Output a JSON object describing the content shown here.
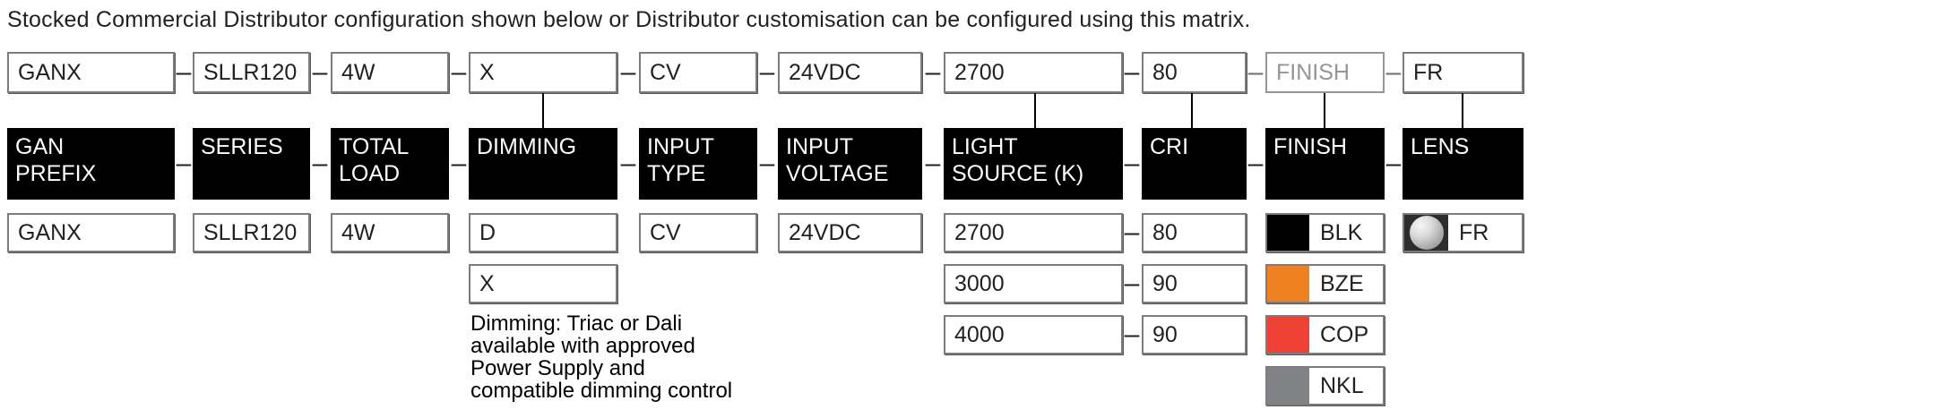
{
  "separator": "–",
  "title": "Stocked Commercial Distributor configuration shown below or Distributor customisation can be configured using this matrix.",
  "code_row": {
    "gan_prefix": "GANX",
    "series": "SLLR120",
    "total_load": "4W",
    "dimming": "X",
    "input_type": "CV",
    "input_voltage": "24VDC",
    "light_source": "2700",
    "cri": "80",
    "finish_placeholder": "FINISH",
    "lens": "FR"
  },
  "headers": {
    "gan_prefix": "GAN\nPREFIX",
    "series": "SERIES",
    "total_load": "TOTAL\nLOAD",
    "dimming": "DIMMING",
    "input_type": "INPUT\nTYPE",
    "input_voltage": "INPUT\nVOLTAGE",
    "light_source": "LIGHT\nSOURCE (K)",
    "cri": "CRI",
    "finish": "FINISH",
    "lens": "LENS"
  },
  "options": {
    "gan_prefix": "GANX",
    "series": "SLLR120",
    "total_load": "4W",
    "dimming": [
      "D",
      "X"
    ],
    "input_type": "CV",
    "input_voltage": "24VDC",
    "light_source_cri": [
      {
        "k": "2700",
        "cri": "80"
      },
      {
        "k": "3000",
        "cri": "90"
      },
      {
        "k": "4000",
        "cri": "90"
      }
    ],
    "finish": [
      {
        "code": "BLK",
        "color": "#000000"
      },
      {
        "code": "BZE",
        "color": "#ef8123"
      },
      {
        "code": "COP",
        "color": "#ef4136"
      },
      {
        "code": "NKL",
        "color": "#808285"
      }
    ],
    "lens": {
      "code": "FR"
    }
  },
  "note": "Dimming: Triac or Dali\navailable with approved\nPower Supply and\ncompatible dimming control",
  "colors": {
    "header_bg": "#000000",
    "placeholder_gray": "#939598",
    "lens_square": "#2d2d2d"
  }
}
